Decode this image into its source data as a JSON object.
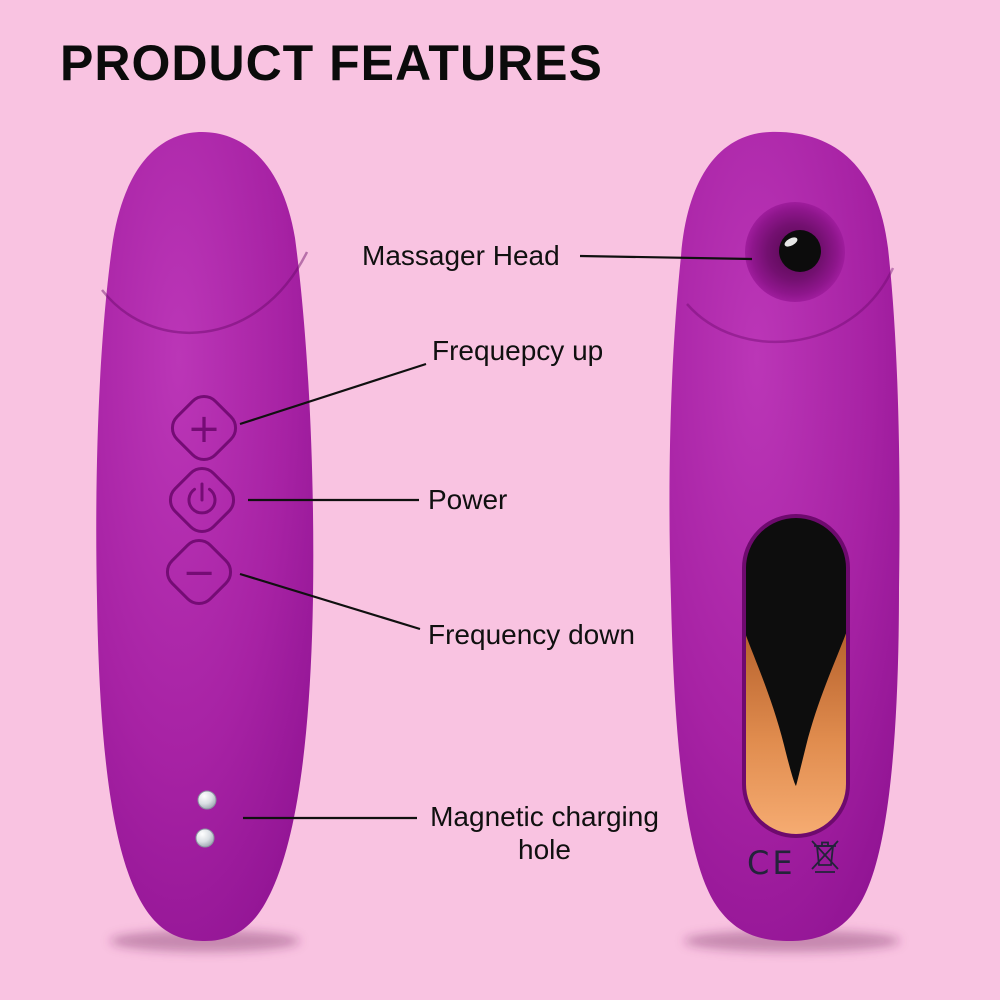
{
  "page": {
    "title": "PRODUCT FEATURES",
    "background_color": "#F9C3E1"
  },
  "colors": {
    "device_purple": "#A722A4",
    "device_purple_dark": "#8C1190",
    "button_outline_purple": "#750C75",
    "cavity_orange": "#F6AC72",
    "label_text": "#101010"
  },
  "callouts": {
    "massager_head": "Massager Head",
    "frequency_up": "Frequepcy up",
    "power": "Power",
    "frequency_down": "Frequency down",
    "magnetic_charging_hole": "Magnetic charging hole"
  },
  "icons": {
    "plus_button_glyph": "+",
    "minus_button_glyph": "−"
  },
  "certification": {
    "ce_text": "CE"
  }
}
